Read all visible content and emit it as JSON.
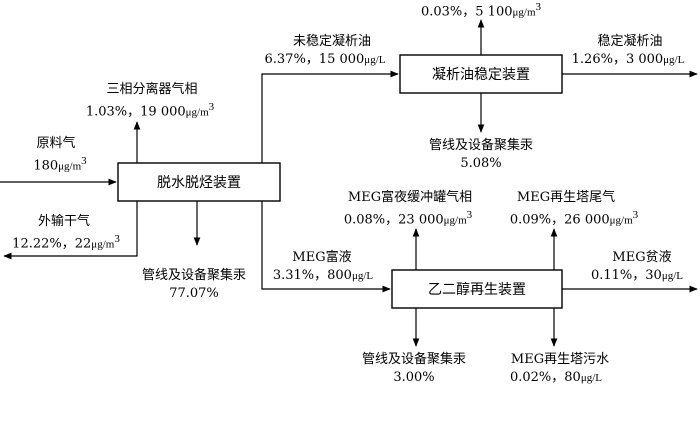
{
  "units": {
    "m3": "μg/m",
    "m3_sup": "3",
    "L": "μg/L"
  },
  "units_note": "",
  "nodes": {
    "dehydration": "脱水脱烃装置",
    "stabilization": "凝析油稳定装置",
    "meg_regen": "乙二醇再生装置"
  },
  "streams": {
    "stab_top": {
      "line1": "0.03%，5 100"
    },
    "feed_gas": {
      "name": "原料气",
      "value": "180"
    },
    "three_phase_gas": {
      "name": "三相分离器气相",
      "value": "1.03%，19 000"
    },
    "export_gas": {
      "name": "外输干气",
      "value": "12.22%，22"
    },
    "unstable_oil": {
      "name": "未稳定凝析油",
      "value": "6.37%，15 000"
    },
    "stable_oil": {
      "name": "稳定凝析油",
      "value": "1.26%，3 000"
    },
    "stab_pipe": {
      "name": "管线及设备聚集汞",
      "value": "5.08%"
    },
    "dehyd_pipe": {
      "name": "管线及设备聚集汞",
      "value": "77.07%"
    },
    "rich_meg": {
      "name": "MEG富液",
      "value": "3.31%，800"
    },
    "flash_gas": {
      "name": "MEG富夜缓冲罐气相",
      "value": "0.08%，23 000"
    },
    "regen_tail": {
      "name": "MEG再生塔尾气",
      "value": "0.09%，26 000"
    },
    "lean_meg": {
      "name": "MEG贫液",
      "value": "0.11%，30"
    },
    "regen_pipe": {
      "name": "管线及设备聚集汞",
      "value": "3.00%"
    },
    "regen_water": {
      "name": "MEG再生塔污水",
      "value": "0.02%，80"
    }
  }
}
